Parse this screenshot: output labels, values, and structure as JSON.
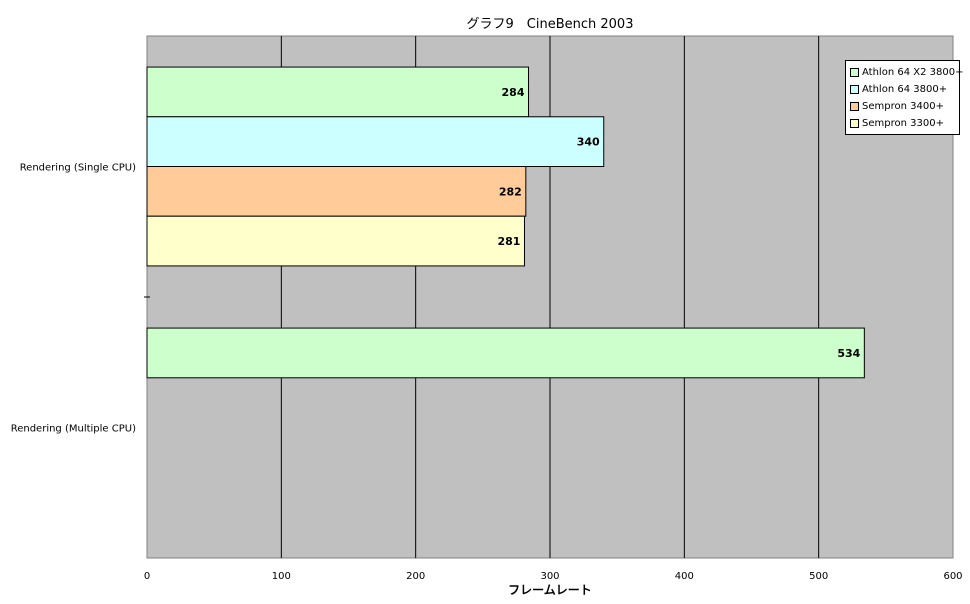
{
  "chart_data": {
    "type": "bar",
    "orientation": "horizontal",
    "title": "グラフ9　CineBench 2003",
    "xlabel": "フレームレート",
    "ylabel": "",
    "xlim": [
      0,
      600
    ],
    "xticks": [
      0,
      100,
      200,
      300,
      400,
      500,
      600
    ],
    "grid": true,
    "legend_position": "top-right",
    "plot_background": "#c0c0c0",
    "categories": [
      "Rendering (Single CPU)",
      "Rendering (Multiple CPU)"
    ],
    "series": [
      {
        "name": "Athlon 64 X2 3800+",
        "color": "#ccffcc",
        "values": [
          284,
          534
        ]
      },
      {
        "name": "Athlon 64 3800+",
        "color": "#ccffff",
        "values": [
          340,
          null
        ]
      },
      {
        "name": "Sempron 3400+",
        "color": "#ffcc99",
        "values": [
          282,
          null
        ]
      },
      {
        "name": "Sempron 3300+",
        "color": "#ffffcc",
        "values": [
          281,
          null
        ]
      }
    ]
  }
}
